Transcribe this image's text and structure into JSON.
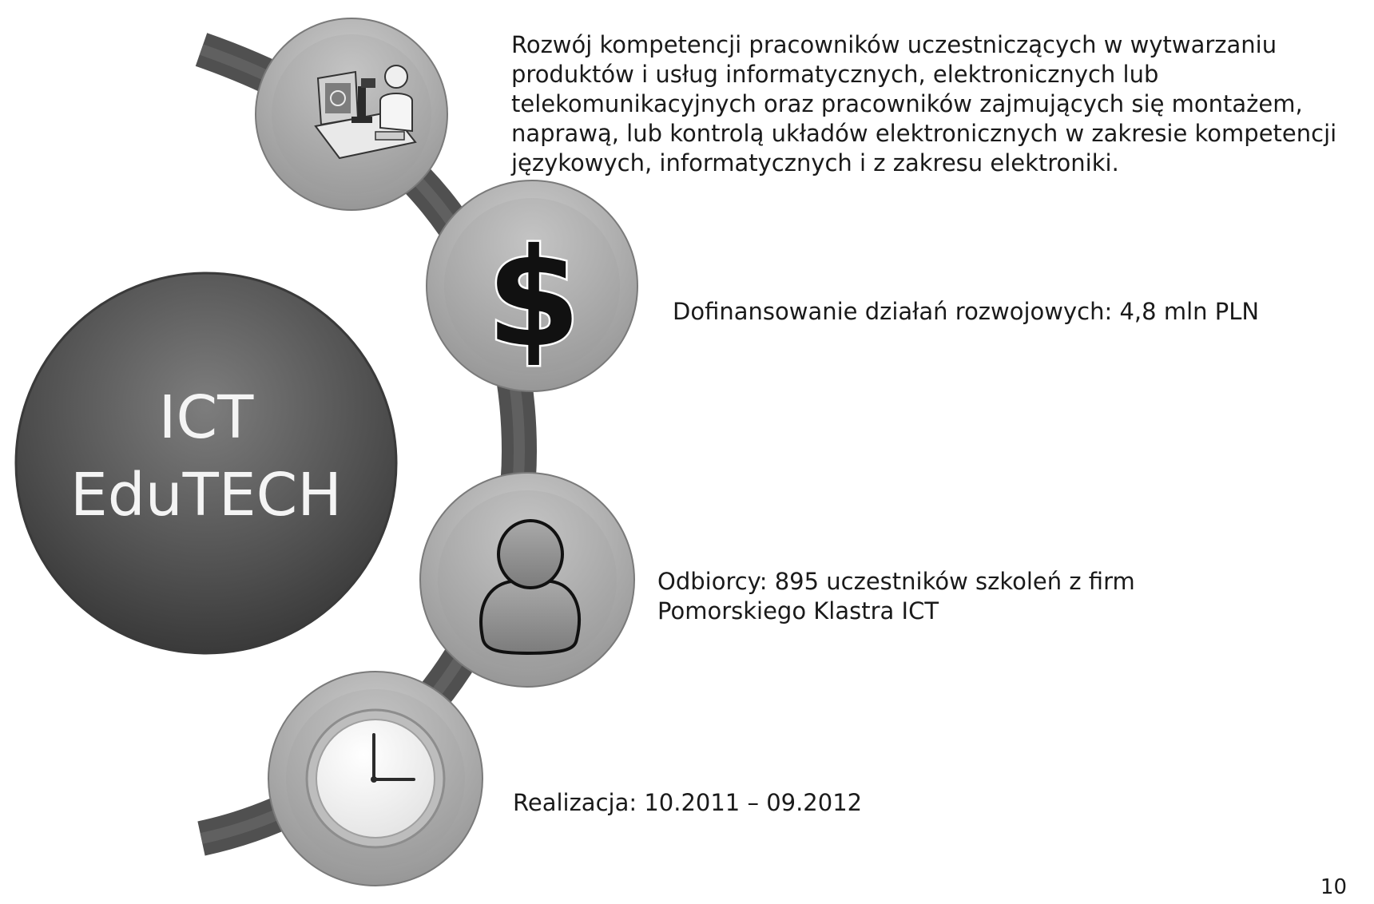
{
  "hub": {
    "title_line1": "ICT",
    "title_line2": "EduTECH"
  },
  "items": [
    {
      "icon": "scientist-lab-icon",
      "text": "Rozwój kompetencji pracowników uczestniczących w wytwarzaniu produktów i usług informatycznych, elektronicznych lub telekomunikacyjnych oraz pracowników zajmujących się montażem, naprawą, lub kontrolą układów elektronicznych w zakresie kompetencji językowych, informatycznych i z zakresu elektroniki."
    },
    {
      "icon": "dollar-icon",
      "glyph": "$",
      "text": "Dofinansowanie działań rozwojowych: 4,8 mln PLN"
    },
    {
      "icon": "person-icon",
      "text": "Odbiorcy: 895 uczestników szkoleń z firm Pomorskiego Klastra ICT"
    },
    {
      "icon": "clock-icon",
      "text": "Realizacja: 10.2011 – 09.2012"
    }
  ],
  "page_number": "10"
}
